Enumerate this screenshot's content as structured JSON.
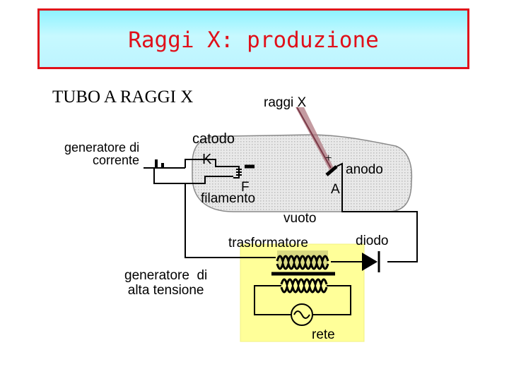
{
  "title": "Raggi X: produzione",
  "labels": {
    "tube_heading": "TUBO A RAGGI X",
    "xrays": "raggi X",
    "current_generator": "generatore di\ncorrente",
    "cathode": "catodo",
    "k": "K",
    "plus": "+",
    "anode": "anodo",
    "f": "F",
    "a": "A",
    "filament": "filamento",
    "vacuum": "vuoto",
    "transformer": "trasformatore",
    "diode": "diodo",
    "hv_generator": "generatore  di\nalta tensione",
    "mains": "rete"
  },
  "colors": {
    "title_text": "#e0101a",
    "title_border": "#e0101a",
    "title_bg": "#a8f6ff",
    "tube_fill": "#d9d9d9",
    "hv_box": "#ffff99",
    "xray_beam": "#b07a82"
  }
}
